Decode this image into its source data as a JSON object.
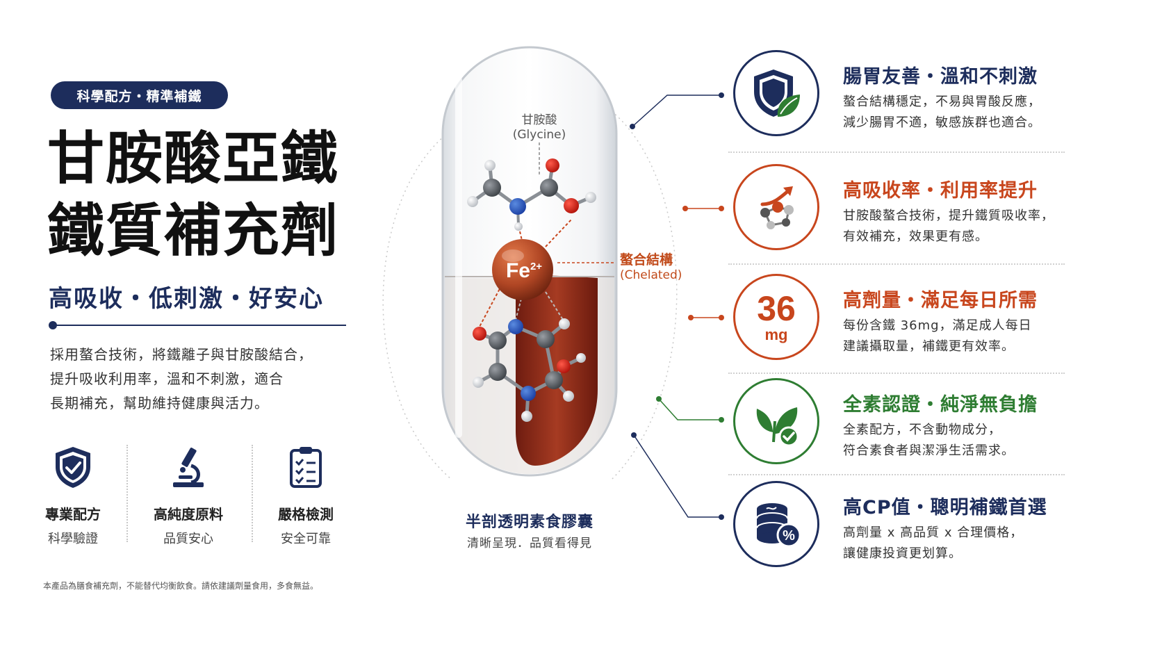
{
  "badge": "科學配方・精準補鐵",
  "title_line1": "甘胺酸亞鐵",
  "title_line2": "鐵質補充劑",
  "subtitle": "高吸收・低刺激・好安心",
  "description": [
    "採用螯合技術，將鐵離子與甘胺酸結合，",
    "提升吸收利用率，溫和不刺激，適合",
    "長期補充，幫助維持健康與活力。"
  ],
  "features": [
    {
      "title": "專業配方",
      "sub": "科學驗證",
      "icon": "shield-check-icon"
    },
    {
      "title": "高純度原料",
      "sub": "品質安心",
      "icon": "microscope-icon"
    },
    {
      "title": "嚴格檢測",
      "sub": "安全可靠",
      "icon": "checklist-icon"
    }
  ],
  "molecule": {
    "glycine_label": "甘胺酸",
    "glycine_sub": "(Glycine)",
    "chelated_label": "螯合結構",
    "chelated_sub": "(Chelated)",
    "iron": "Fe",
    "iron_charge": "2+"
  },
  "capsule_caption": "半剖透明素食膠囊",
  "capsule_sub": "清晰呈現．品質看得見",
  "benefits": [
    {
      "title": "腸胃友善・溫和不刺激",
      "line1": "螯合結構穩定，不易與胃酸反應，",
      "line2": "減少腸胃不適，敏感族群也適合。",
      "color": "#1d2d5c",
      "icon": "shield-leaf-icon"
    },
    {
      "title": "高吸收率・利用率提升",
      "line1": "甘胺酸螯合技術，提升鐵質吸收率，",
      "line2": "有效補充，效果更有感。",
      "color": "#c8461d",
      "icon": "molecule-arrow-icon"
    },
    {
      "title": "高劑量・滿足每日所需",
      "line1": "每份含鐵 36mg，滿足成人每日",
      "line2": "建議攝取量，補鐵更有效率。",
      "color": "#c8461d",
      "icon": "dose-icon",
      "dose_value": "36",
      "dose_unit": "mg"
    },
    {
      "title": "全素認證・純淨無負擔",
      "line1": "全素配方，不含動物成分，",
      "line2": "符合素食者與潔淨生活需求。",
      "color": "#2e7d32",
      "icon": "vegan-leaf-icon"
    },
    {
      "title": "高CP值・聰明補鐵首選",
      "line1": "高劑量 x 高品質 x 合理價格，",
      "line2": "讓健康投資更划算。",
      "color": "#1d2d5c",
      "icon": "coins-percent-icon"
    }
  ],
  "disclaimer": "本產品為膳食補充劑，不能替代均衡飲食。請依建議劑量食用，多食無益。"
}
